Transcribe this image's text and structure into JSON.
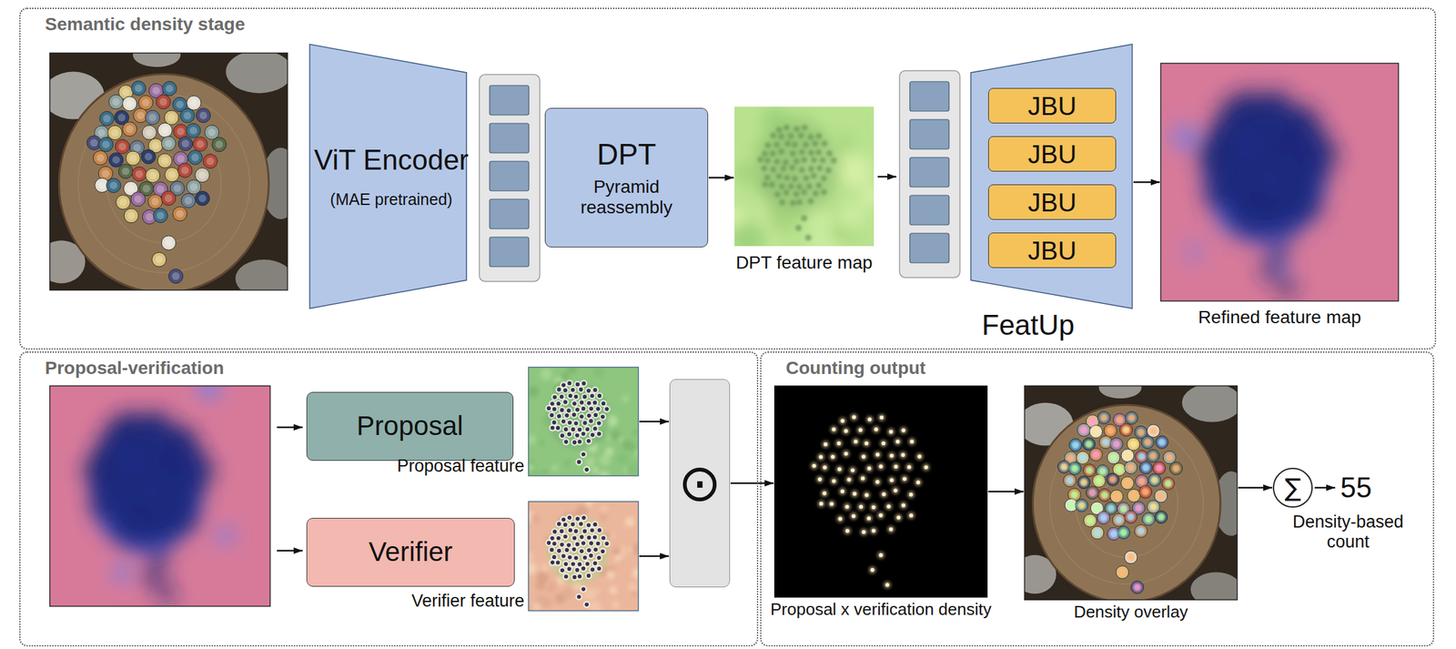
{
  "diagram": {
    "nodes": [
      {
        "text": [
          "Semantic density stage"
        ]
      },
      {
        "text": [
          "ViT Encoder",
          "(MAE pretrained)"
        ],
        "in": 0
      },
      {
        "text": [
          "DPT",
          "Pyramid reassembly"
        ],
        "in": 0
      },
      {
        "text": [
          "DPT feature map"
        ],
        "in": 0
      },
      {
        "text": [
          "FeatUp"
        ],
        "in": 0
      },
      {
        "text": [
          "JBU"
        ],
        "in": 4
      },
      {
        "text": [
          "JBU"
        ],
        "in": 4
      },
      {
        "text": [
          "JBU"
        ],
        "in": 4
      },
      {
        "text": [
          "JBU"
        ],
        "in": 4
      },
      {
        "text": [
          "Refined feature map"
        ],
        "in": 0
      },
      {
        "text": [
          "Proposal-verification"
        ]
      },
      {
        "text": [
          "Proposal"
        ],
        "in": 10
      },
      {
        "text": [
          "Proposal feature"
        ],
        "in": 10
      },
      {
        "text": [
          "Verifier"
        ],
        "in": 10
      },
      {
        "text": [
          "Verifier feature"
        ],
        "in": 10
      },
      {
        "text": [
          "⊙"
        ],
        "in": 10
      },
      {
        "text": [
          "Counting output"
        ]
      },
      {
        "text": [
          "Proposal x verification density"
        ],
        "in": 16
      },
      {
        "text": [
          "Density overlay"
        ],
        "in": 16
      },
      {
        "text": [
          "∑"
        ],
        "in": 16
      }
    ],
    "edges": [
      {
        "from": 2,
        "to": 3,
        "arrow": "to"
      },
      {
        "from": 4,
        "to": 9,
        "arrow": "to"
      },
      {
        "from": 12,
        "to": 15,
        "arrow": "to"
      },
      {
        "from": 14,
        "to": 15,
        "arrow": "to"
      },
      {
        "from": 15,
        "to": 17,
        "arrow": "to"
      },
      {
        "from": 17,
        "to": 18,
        "arrow": "to"
      },
      {
        "from": 18,
        "to": 19,
        "arrow": "to"
      }
    ],
    "labels": [
      "55",
      "Density-based count"
    ]
  }
}
